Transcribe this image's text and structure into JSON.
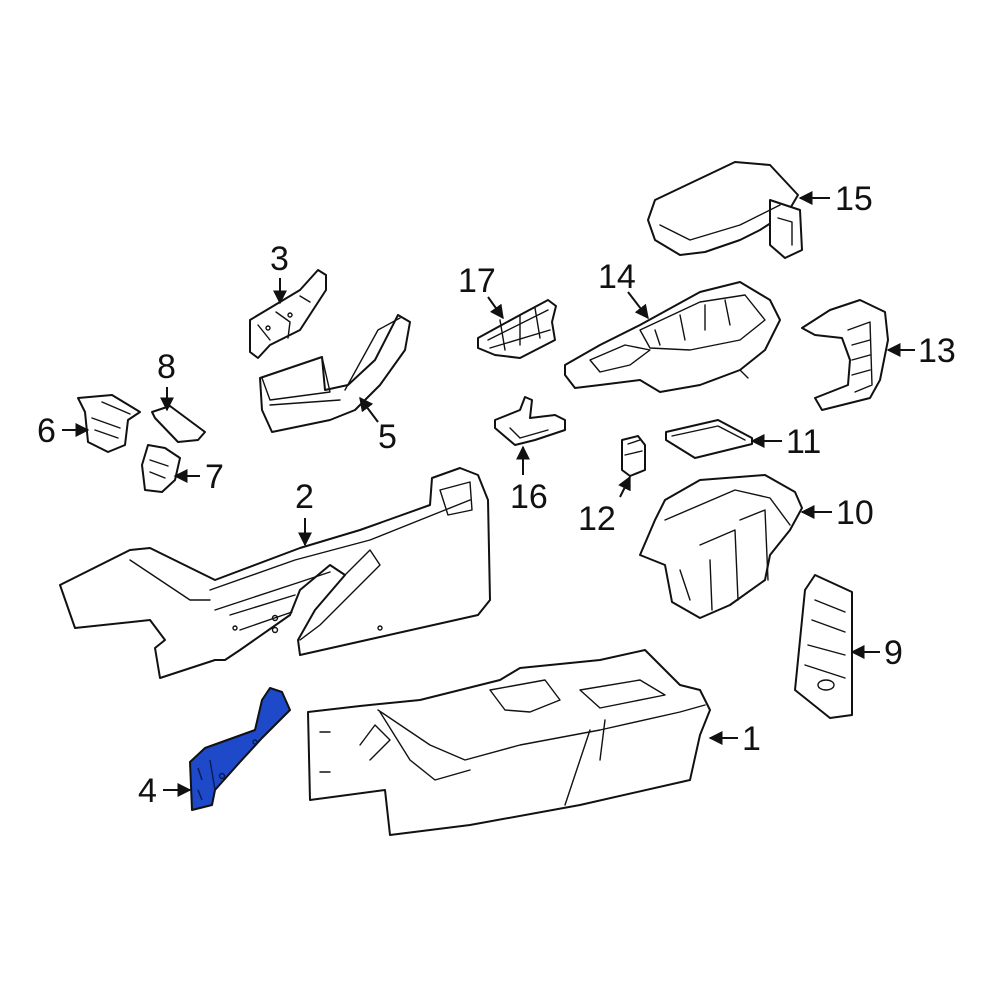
{
  "colors": {
    "background": "#ffffff",
    "line": "#111111",
    "highlight": "#1e49c8"
  },
  "highlighted_part": "4",
  "callouts": [
    {
      "id": "c1",
      "label": "1"
    },
    {
      "id": "c2",
      "label": "2"
    },
    {
      "id": "c3",
      "label": "3"
    },
    {
      "id": "c4",
      "label": "4"
    },
    {
      "id": "c5",
      "label": "5"
    },
    {
      "id": "c6",
      "label": "6"
    },
    {
      "id": "c7",
      "label": "7"
    },
    {
      "id": "c8",
      "label": "8"
    },
    {
      "id": "c9",
      "label": "9"
    },
    {
      "id": "c10",
      "label": "10"
    },
    {
      "id": "c11",
      "label": "11"
    },
    {
      "id": "c12",
      "label": "12"
    },
    {
      "id": "c13",
      "label": "13"
    },
    {
      "id": "c14",
      "label": "14"
    },
    {
      "id": "c15",
      "label": "15"
    },
    {
      "id": "c16",
      "label": "16"
    },
    {
      "id": "c17",
      "label": "17"
    }
  ]
}
